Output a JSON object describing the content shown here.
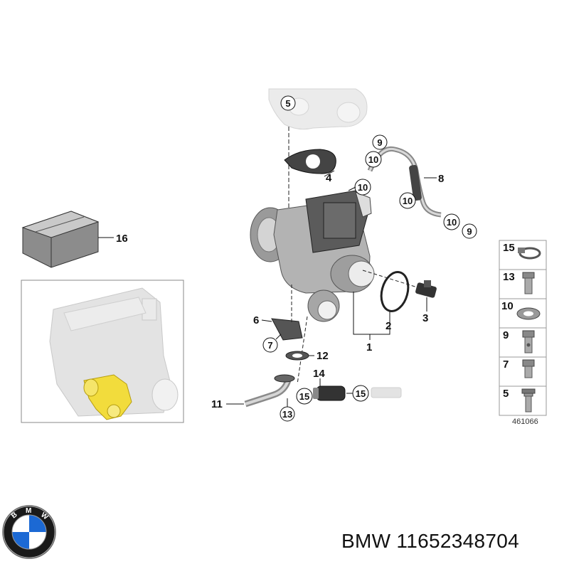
{
  "callouts": {
    "c1": "1",
    "c2": "2",
    "c3": "3",
    "c4": "4",
    "c5": "5",
    "c6": "6",
    "c7": "7",
    "c8": "8",
    "c9a": "9",
    "c9b": "9",
    "c10a": "10",
    "c10b": "10",
    "c10c": "10",
    "c10d": "10",
    "c11": "11",
    "c12": "12",
    "c13": "13",
    "c14": "14",
    "c15a": "15",
    "c15b": "15",
    "c16": "16"
  },
  "legend": {
    "items": [
      "15",
      "13",
      "10",
      "9",
      "7",
      "5"
    ]
  },
  "diagram_number": "461066",
  "footer": {
    "brand": "BMW",
    "part_number": "11652348704"
  },
  "colors": {
    "highlight": "#f2dc3c",
    "part_gray": "#b9b9b9",
    "line": "#111111"
  }
}
